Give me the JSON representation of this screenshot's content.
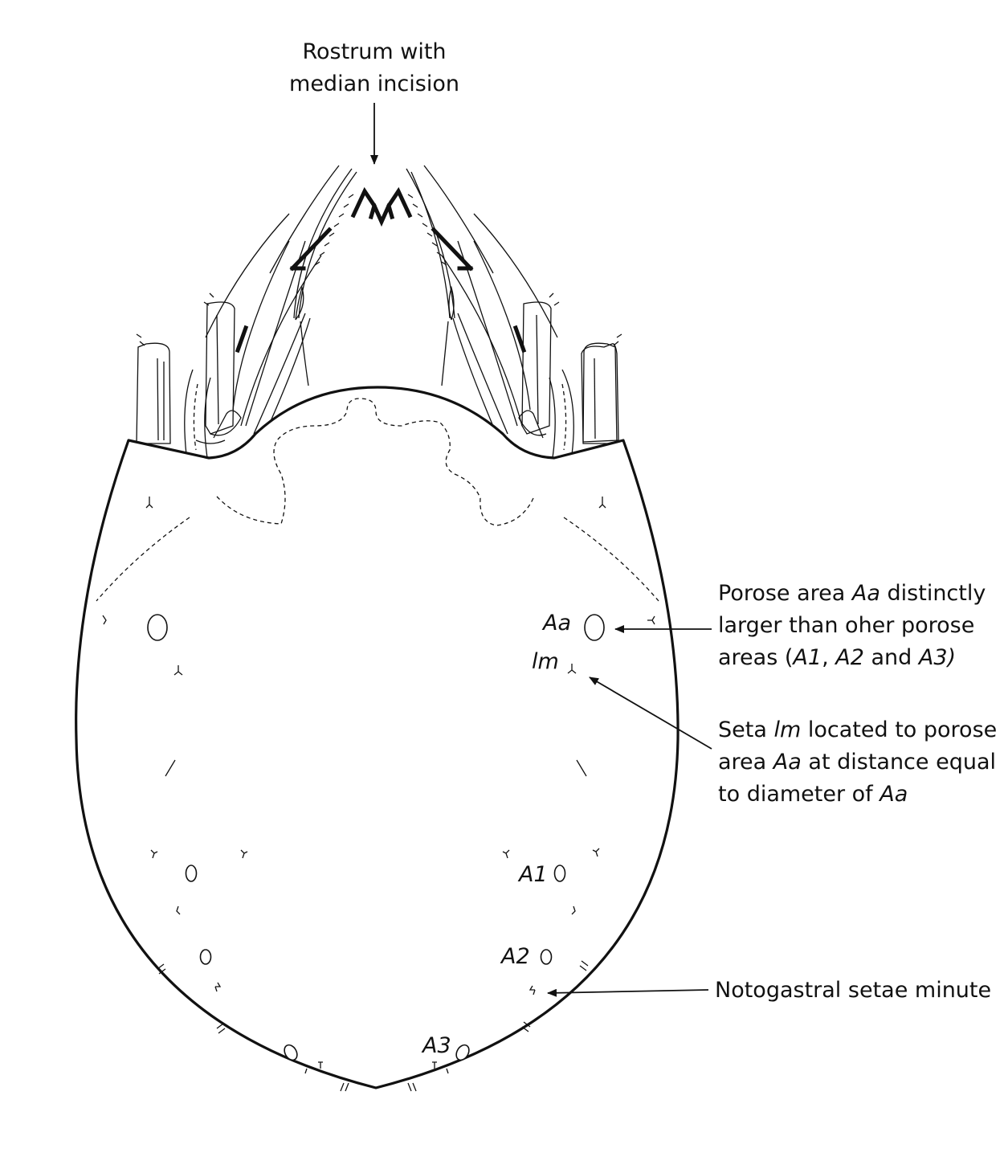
{
  "annotations": {
    "rostrum": [
      "Rostrum with",
      "median incision"
    ],
    "porose_aa": {
      "line1": [
        {
          "t": "Porose area "
        },
        {
          "t": "Aa",
          "i": true
        },
        {
          "t": " distinctly"
        }
      ],
      "line2": [
        {
          "t": "larger than oher porose"
        }
      ],
      "line3": [
        {
          "t": "areas ("
        },
        {
          "t": "A1",
          "i": true
        },
        {
          "t": ", "
        },
        {
          "t": "A2",
          "i": true
        },
        {
          "t": " and "
        },
        {
          "t": "A3)",
          "i": true
        }
      ]
    },
    "seta_lm": {
      "line1": [
        {
          "t": "Seta "
        },
        {
          "t": "lm",
          "i": true
        },
        {
          "t": " located to porose"
        }
      ],
      "line2": [
        {
          "t": "area "
        },
        {
          "t": "Aa",
          "i": true
        },
        {
          "t": " at distance equal"
        }
      ],
      "line3": [
        {
          "t": "to diameter of "
        },
        {
          "t": "Aa",
          "i": true
        }
      ]
    },
    "notogastral": "Notogastral setae minute"
  },
  "part_labels": {
    "aa": "Aa",
    "lm": "lm",
    "a1": "A1",
    "a2": "A2",
    "a3": "A3"
  }
}
